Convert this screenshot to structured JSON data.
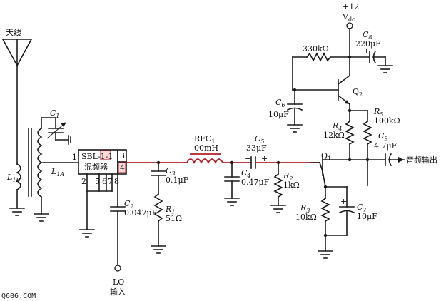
{
  "labels": {
    "antenna": "天线",
    "vcc_value": "+12",
    "vcc_name": "V",
    "vcc_sub": "dc",
    "c1": "C",
    "c1_sub": "1",
    "l1b": "L",
    "l1b_sub": "1B",
    "l1a": "L",
    "l1a_sub": "1A",
    "mixer_line1": "SBL-1-1",
    "mixer_line2": "混频器",
    "pin1": "1",
    "pin2": "2",
    "pin3": "3",
    "pin4": "4",
    "pin5": "5",
    "pin6": "6",
    "pin7": "7",
    "pin8": "8",
    "c2": "C",
    "c2_sub": "2",
    "c2_value": "0.047μF",
    "c3": "C",
    "c3_sub": "3",
    "c3_value": "0.1μF",
    "r1": "R",
    "r1_sub": "1",
    "r1_value": "51Ω",
    "rfc": "RFC",
    "rfc_sub": "1",
    "rfc_value": "00mH",
    "c4": "C",
    "c4_sub": "4",
    "c4_value": "0.47μF",
    "c5": "C",
    "c5_sub": "5",
    "c5_value": "33μF",
    "r2": "R",
    "r2_sub": "2",
    "r2_value": "1kΩ",
    "q1": "Q",
    "q1_sub": "1",
    "r3": "R",
    "r3_sub": "3",
    "r3_value": "10kΩ",
    "c7": "C",
    "c7_sub": "7",
    "c7_value": "10μF",
    "r4": "R",
    "r4_sub": "4",
    "r4_value": "12kΩ",
    "r5": "R",
    "r5_sub": "5",
    "r5_value": "100kΩ",
    "c9": "C",
    "c9_sub": "9",
    "c9_value": "4.7μF",
    "q2": "Q",
    "q2_sub": "2",
    "c6": "C",
    "c6_sub": "6",
    "c6_value": "10μF",
    "r_bias_value": "330kΩ",
    "c8": "C",
    "c8_sub": "8",
    "c8_value": "220μF",
    "plus": "+",
    "minus": "−",
    "audio_out": "音频输出",
    "lo_line1": "LO",
    "lo_line2": "输入",
    "watermark": "Q606.COM"
  }
}
